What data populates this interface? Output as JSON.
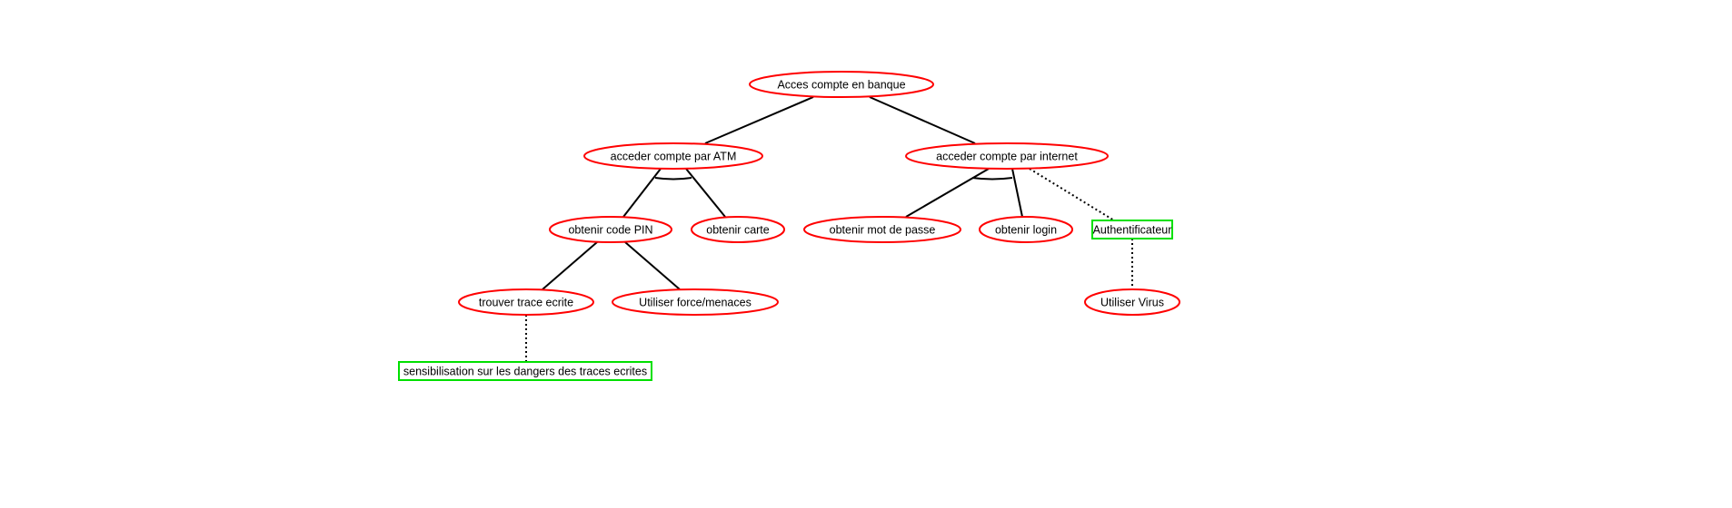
{
  "diagram": {
    "colors": {
      "goal_stroke": "#ff0000",
      "countermeasure_stroke": "#00e000",
      "edge": "#000000",
      "text": "#000000",
      "background": "#ffffff"
    },
    "nodes": {
      "root": {
        "label": "Acces compte en banque",
        "kind": "goal"
      },
      "atm": {
        "label": "acceder compte par ATM",
        "kind": "goal"
      },
      "internet": {
        "label": "acceder compte par internet",
        "kind": "goal"
      },
      "pin": {
        "label": "obtenir code PIN",
        "kind": "goal"
      },
      "carte": {
        "label": "obtenir carte",
        "kind": "goal"
      },
      "motdepasse": {
        "label": "obtenir mot de passe",
        "kind": "goal"
      },
      "login": {
        "label": "obtenir login",
        "kind": "goal"
      },
      "auth": {
        "label": "Authentificateur",
        "kind": "countermeasure"
      },
      "trace": {
        "label": "trouver trace ecrite",
        "kind": "goal"
      },
      "force": {
        "label": "Utiliser force/menaces",
        "kind": "goal"
      },
      "virus": {
        "label": "Utiliser Virus",
        "kind": "goal"
      },
      "sensib": {
        "label": "sensibilisation sur les dangers des traces ecrites",
        "kind": "countermeasure"
      }
    },
    "edges": [
      {
        "from": "root",
        "to": "atm",
        "style": "solid"
      },
      {
        "from": "root",
        "to": "internet",
        "style": "solid"
      },
      {
        "from": "atm",
        "to": "pin",
        "style": "solid"
      },
      {
        "from": "atm",
        "to": "carte",
        "style": "solid"
      },
      {
        "from": "internet",
        "to": "motdepasse",
        "style": "solid"
      },
      {
        "from": "internet",
        "to": "login",
        "style": "solid"
      },
      {
        "from": "internet",
        "to": "auth",
        "style": "dotted"
      },
      {
        "from": "pin",
        "to": "trace",
        "style": "solid"
      },
      {
        "from": "pin",
        "to": "force",
        "style": "solid"
      },
      {
        "from": "auth",
        "to": "virus",
        "style": "dotted"
      },
      {
        "from": "trace",
        "to": "sensib",
        "style": "dotted"
      }
    ],
    "and_groups": [
      {
        "parent": "atm",
        "children": [
          "pin",
          "carte"
        ]
      },
      {
        "parent": "internet",
        "children": [
          "motdepasse",
          "login"
        ]
      }
    ]
  }
}
